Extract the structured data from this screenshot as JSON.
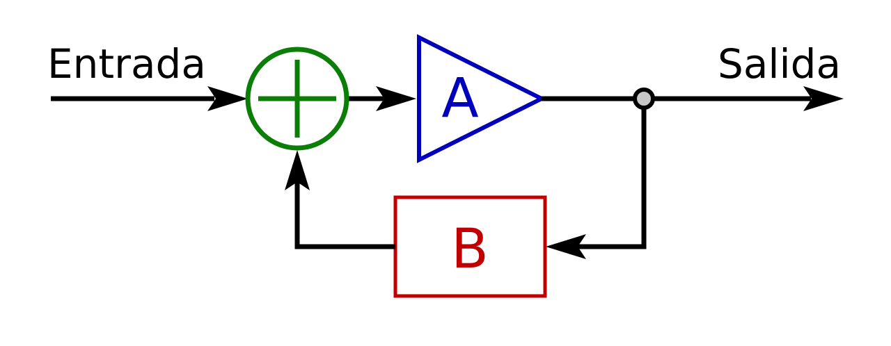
{
  "diagram": {
    "input_label": "Entrada",
    "output_label": "Salida",
    "amplifier_label": "A",
    "feedback_label": "B"
  },
  "colors": {
    "wire": "#000000",
    "summer": "#0a7e07",
    "amplifier": "#0000bb",
    "feedback": "#c00000",
    "junction_fill": "#c8c8c8",
    "background": "#ffffff"
  },
  "icons": {
    "summer": "circle-plus-icon",
    "amplifier": "triangle-amplifier-icon",
    "feedback": "rectangle-block-icon",
    "junction": "junction-dot-icon",
    "arrow": "arrowhead-icon"
  }
}
